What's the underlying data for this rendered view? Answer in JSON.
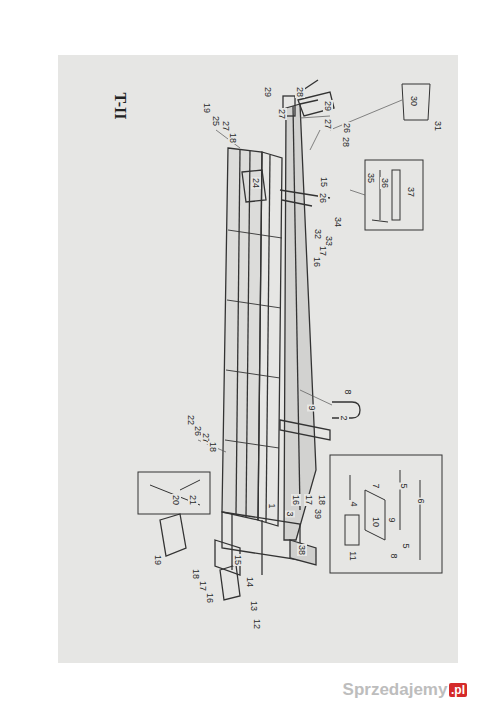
{
  "diagram": {
    "title": "T-II",
    "labels": [
      "24",
      "29",
      "28",
      "27",
      "29",
      "30",
      "31",
      "27",
      "26",
      "28",
      "19",
      "25",
      "27",
      "18",
      "35",
      "36",
      "37",
      "15",
      "26",
      "34",
      "32",
      "33",
      "17",
      "16",
      "8",
      "9",
      "22",
      "26",
      "27",
      "18",
      "20",
      "21",
      "19",
      "16",
      "17",
      "18",
      "1",
      "5",
      "7",
      "6",
      "4",
      "9",
      "10",
      "11",
      "5",
      "8",
      "3",
      "39",
      "38",
      "15",
      "14",
      "13",
      "12",
      "18",
      "17",
      "16",
      "2",
      "Sprzedajemy",
      ".pl"
    ]
  }
}
